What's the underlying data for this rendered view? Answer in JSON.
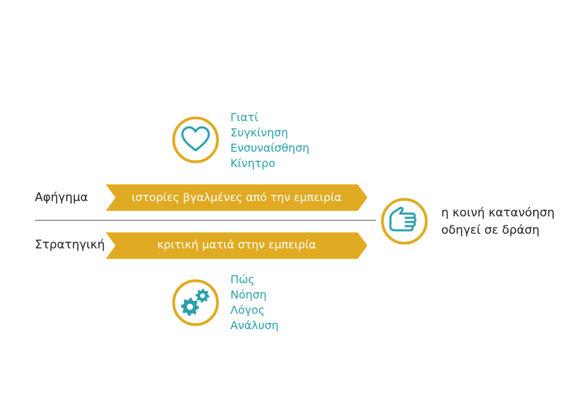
{
  "colors": {
    "accent_gold": "#e0aa22",
    "accent_teal": "#2aa0ab",
    "text_dark": "#1f1f1f",
    "divider": "#555555"
  },
  "top_group": {
    "icon": "heart-icon",
    "words": [
      "Γιατί",
      "Συγκίνηση",
      "Ενσυναίσθηση",
      "Κίνητρο"
    ]
  },
  "bottom_group": {
    "icon": "gears-icon",
    "words": [
      "Πώς",
      "Νόηση",
      "Λόγος",
      "Ανάλυση"
    ]
  },
  "rows": [
    {
      "label": "Αφήγημα",
      "chevron_text": "ιστορίες βγαλμένες από την εμπειρία"
    },
    {
      "label": "Στρατηγική",
      "chevron_text": "κριτική ματιά στην εμπειρία"
    }
  ],
  "outcome": {
    "icon": "hand-icon",
    "line1": "η κοινή κατανόηση",
    "line2": "οδηγεί σε δράση"
  }
}
